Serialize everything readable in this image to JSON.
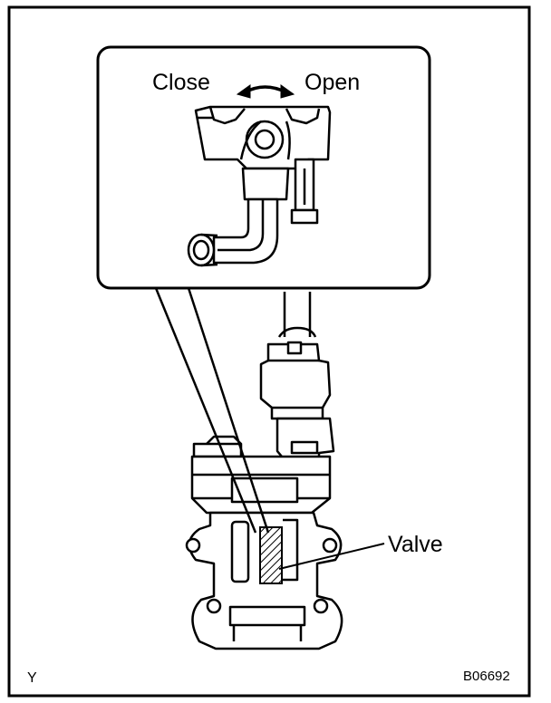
{
  "labels": {
    "close": "Close",
    "open": "Open",
    "valve": "Valve",
    "corner_letter": "Y",
    "figure_code": "B06692"
  },
  "colors": {
    "ink": "#000000",
    "paper": "#ffffff",
    "shade": "#d0d0d0"
  }
}
